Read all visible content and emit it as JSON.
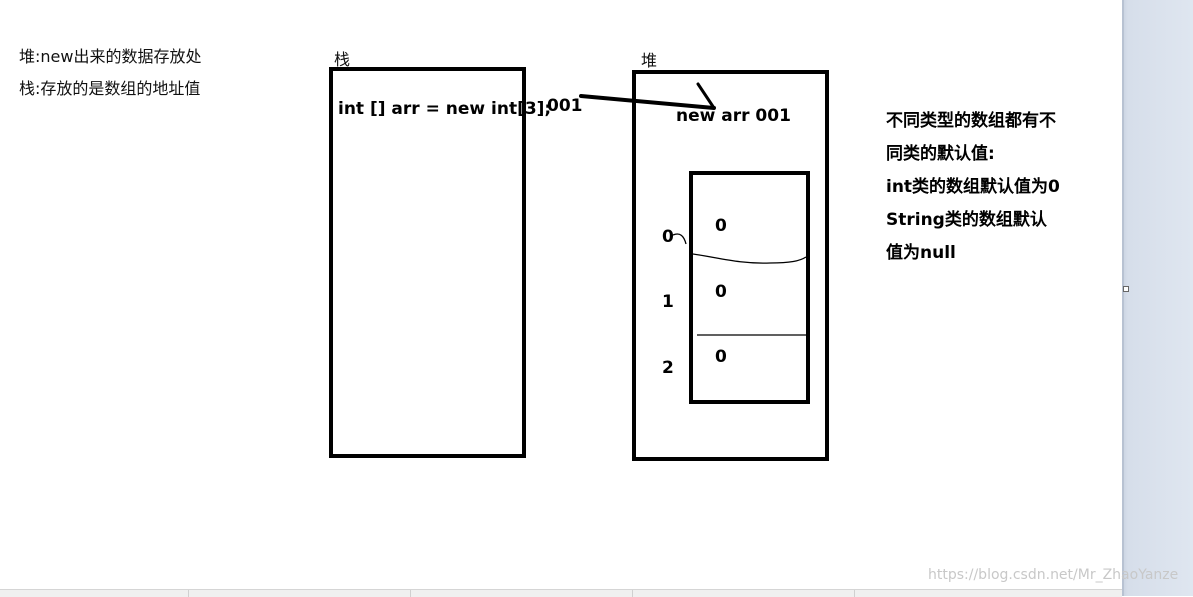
{
  "legend": {
    "line1": "堆:new出来的数据存放处",
    "line2": "栈:存放的是数组的地址值"
  },
  "stack": {
    "label": "栈",
    "code": "int [] arr = new int[3];",
    "address": "001"
  },
  "heap": {
    "label": "堆",
    "object_label": "new arr  001",
    "indices": [
      "0",
      "1",
      "2"
    ],
    "values": [
      "0",
      "0",
      "0"
    ]
  },
  "note": {
    "lines": [
      "不同类型的数组都有不",
      "同类的默认值:",
      "int类的数组默认值为0",
      "String类的数组默认",
      "值为null"
    ]
  },
  "watermark": "https://blog.csdn.net/Mr_ZhaoYanze"
}
